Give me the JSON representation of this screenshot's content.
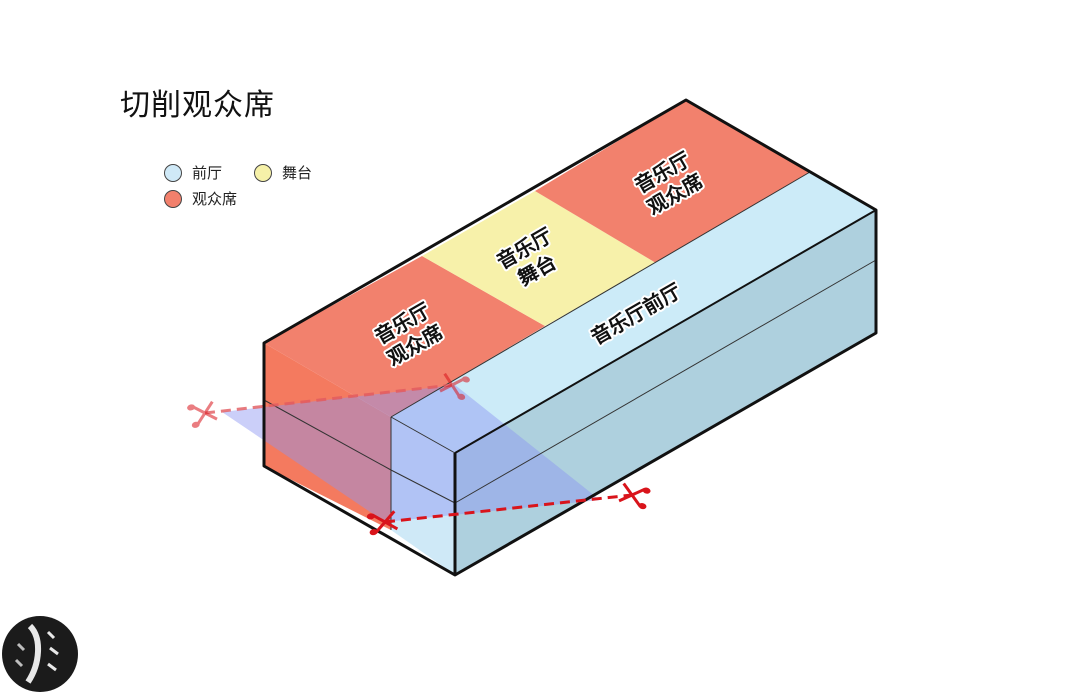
{
  "title": "切削观众席",
  "legend": [
    {
      "label": "前厅",
      "color": "#cfe9f7"
    },
    {
      "label": "舞台",
      "color": "#f6f1a8"
    },
    {
      "label": "观众席",
      "color": "#f2806c"
    }
  ],
  "labels": {
    "left_hall": [
      "音乐厅",
      "观众席"
    ],
    "stage": [
      "音乐厅",
      "舞台"
    ],
    "right_hall": [
      "音乐厅",
      "观众席"
    ],
    "foyer": "音乐厅前厅"
  },
  "colors": {
    "audience": "#f2816d",
    "stage": "#f7f1aa",
    "foyer_top": "#ccebf8",
    "foyer_side": "#aed0de",
    "cut_plane": "#8c95f2",
    "scissors": "#d9141b"
  }
}
